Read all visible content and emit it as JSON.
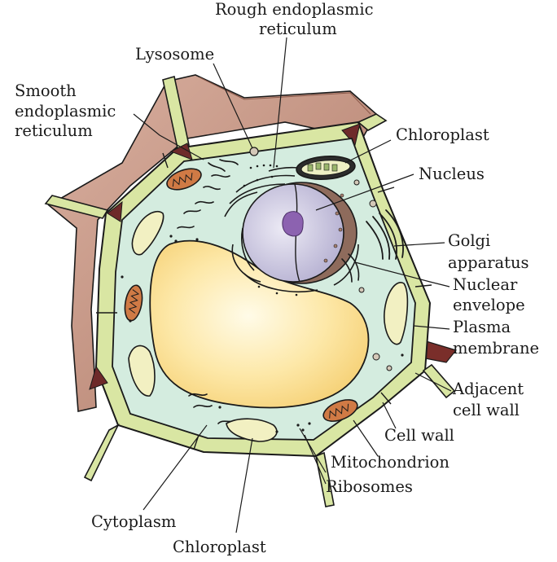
{
  "labels": {
    "rough_er_1": "Rough endoplasmic",
    "rough_er_2": "reticulum",
    "lysosome": "Lysosome",
    "smooth_er_1": "Smooth",
    "smooth_er_2": "endoplasmic",
    "smooth_er_3": "reticulum",
    "chloroplast_top": "Chloroplast",
    "nucleus": "Nucleus",
    "golgi_1": "Golgi",
    "golgi_2": "apparatus",
    "nuclear_env_1": "Nuclear",
    "nuclear_env_2": "envelope",
    "plasma_1": "Plasma",
    "plasma_2": "membrane",
    "adjacent_1": "Adjacent",
    "adjacent_2": "cell wall",
    "cell_wall": "Cell wall",
    "mitochondrion": "Mitochondrion",
    "ribosomes": "Ribosomes",
    "cytoplasm": "Cytoplasm",
    "chloroplast_bottom": "Chloroplast"
  },
  "colors": {
    "cell_wall": "#d9e6a3",
    "cytoplasm": "#d4ecdf",
    "adjacent_wall": "#c89a88",
    "vacuole": "#fde4a0",
    "nucleus": "#c7c3dd",
    "nucleolus": "#8c62b0",
    "mitochondrion": "#d07a45",
    "chloroplast": "#f2f0c2",
    "outline": "#1a1a1a"
  }
}
